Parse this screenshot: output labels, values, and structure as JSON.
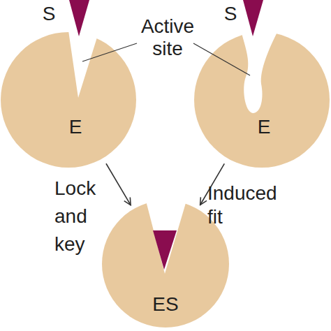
{
  "diagram": {
    "nodes": [
      {
        "text": [
          "S"
        ]
      },
      {
        "text": [
          "S"
        ]
      },
      {
        "text": [
          "E"
        ]
      },
      {
        "text": [
          "E"
        ]
      },
      {
        "text": [
          "ES"
        ]
      }
    ],
    "edges": [
      {
        "from": 2,
        "to": 4,
        "label": "Lock and key",
        "arrow": "to"
      },
      {
        "from": 3,
        "to": 4,
        "label": "Induced fit",
        "arrow": "to"
      }
    ],
    "labels": [
      "Active site"
    ]
  }
}
